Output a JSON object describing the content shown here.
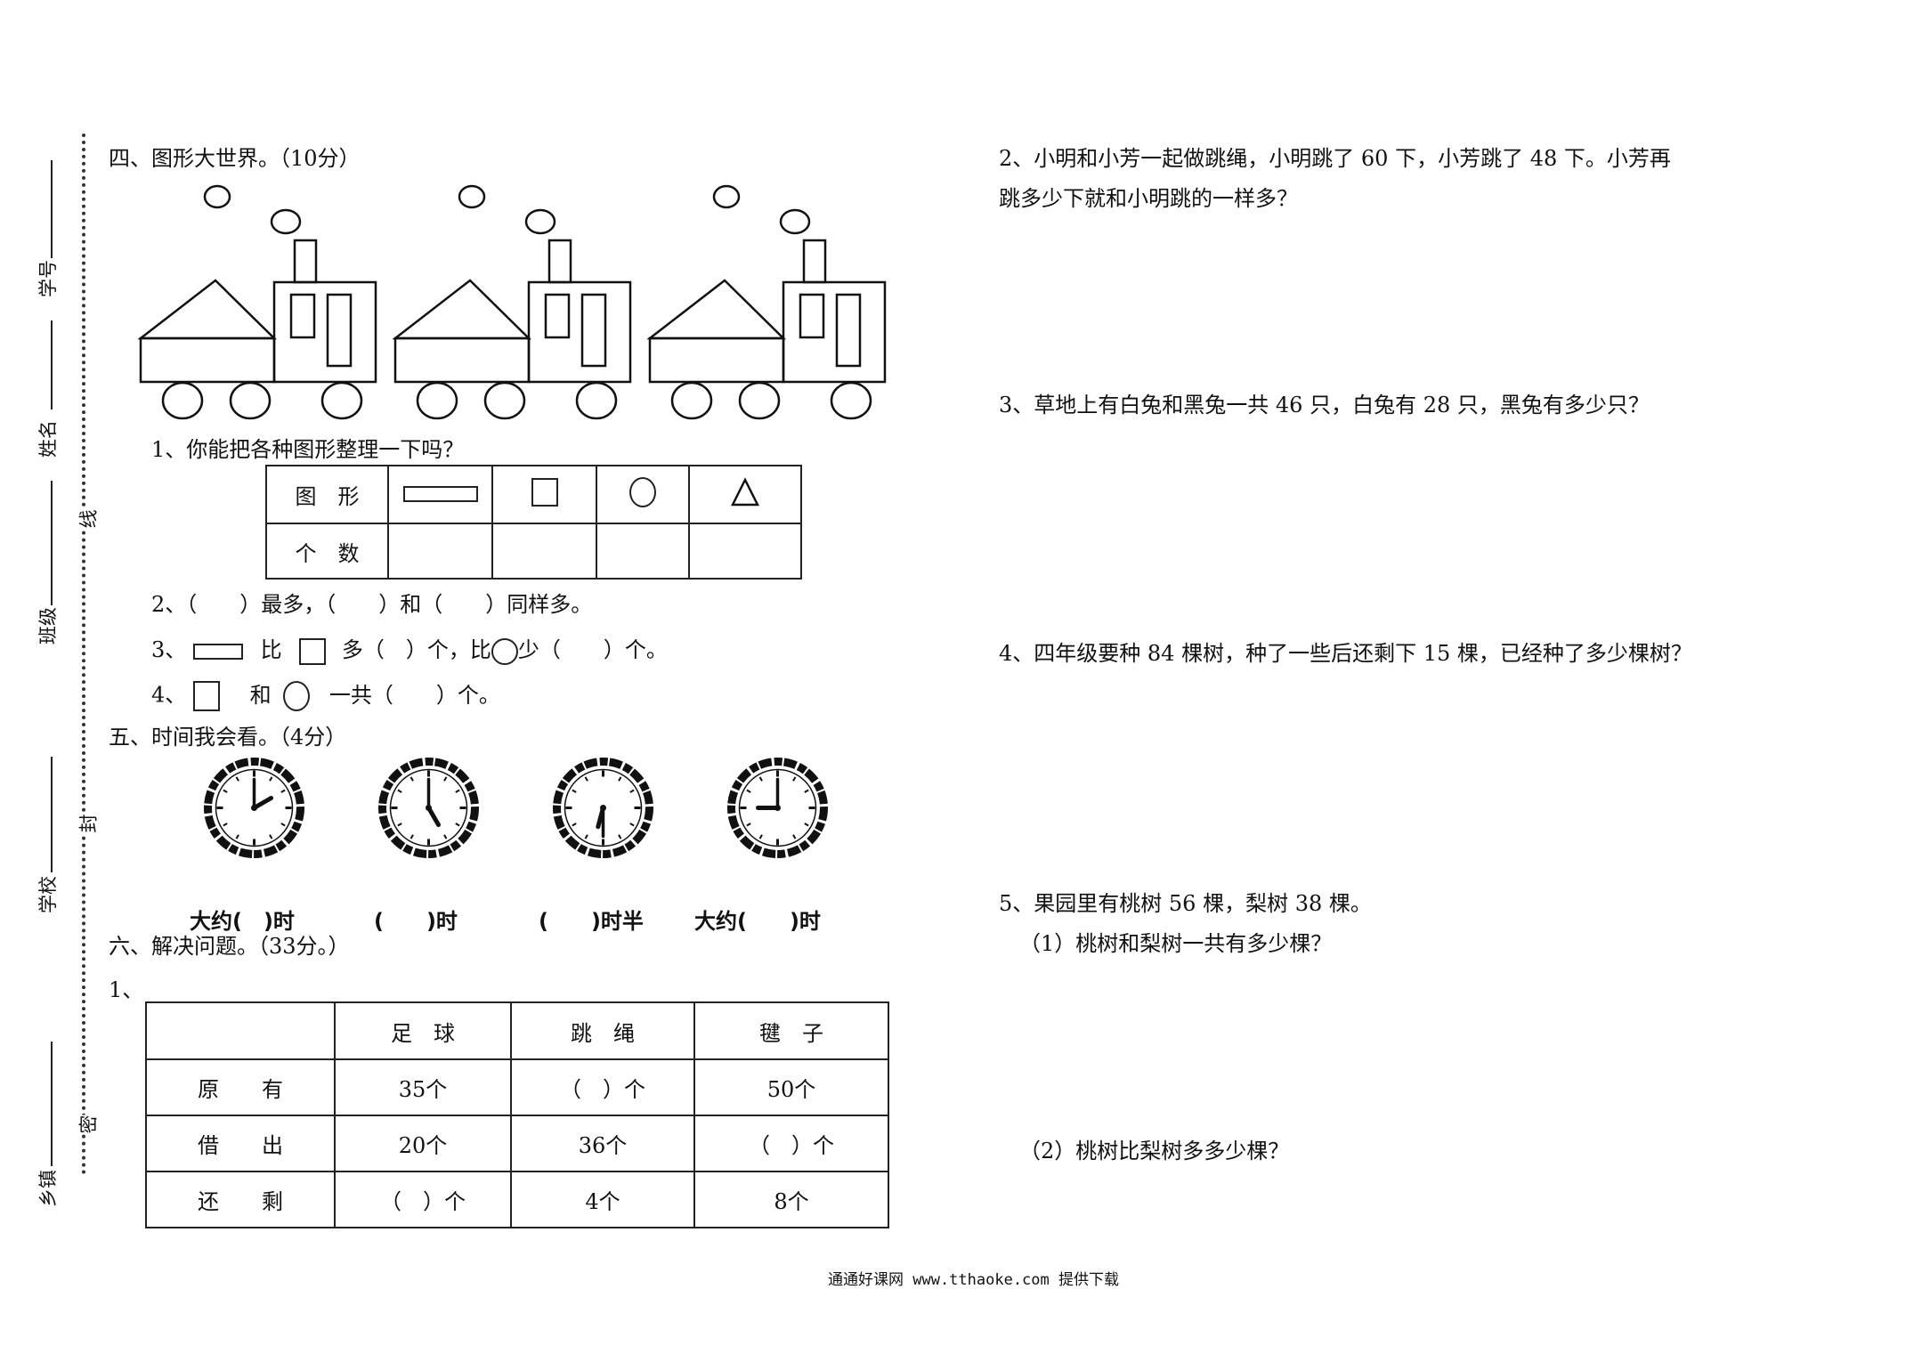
{
  "margin": {
    "labels": [
      "学号",
      "姓名",
      "班级",
      "学校",
      "乡镇"
    ],
    "seal_chars": [
      "线",
      "封",
      "密"
    ]
  },
  "section4": {
    "title": "四、图形大世界。（10分）",
    "q1": "1、你能把各种图形整理一下吗？",
    "table_row1_header": "图　形",
    "table_row2_header": "个　数",
    "shape_icons": [
      "long-rectangle-icon",
      "square-icon",
      "circle-icon",
      "triangle-icon"
    ],
    "q2": "2、（　　）最多，（　　）和（　　）同样多。",
    "q3_prefix": "3、",
    "q3_bi": "比",
    "q3_mid": "多（　）个，比",
    "q3_end": "少（　　）个。",
    "q4_prefix": "4、",
    "q4_he": "和",
    "q4_end": "一共（　　）个。"
  },
  "section5": {
    "title": "五、时间我会看。（4分）",
    "clock_times": [
      "about 2 o'clock",
      "5 o'clock",
      "half past 6",
      "about 9 o'clock"
    ],
    "answers": [
      "大约(　)时",
      "(　　)时",
      "(　　)时半",
      "大约(　　)时"
    ]
  },
  "section6": {
    "title": "六、解决问题。（33分。）",
    "q1_label": "1、",
    "table": {
      "headers": [
        "",
        "足　球",
        "跳　绳",
        "毽　子"
      ],
      "rows": [
        [
          "原　　有",
          "35个",
          "（　）个",
          "50个"
        ],
        [
          "借　　出",
          "20个",
          "36个",
          "（　）个"
        ],
        [
          "还　　剩",
          "（　）个",
          "4个",
          "8个"
        ]
      ]
    }
  },
  "right": {
    "q2_line1": "2、小明和小芳一起做跳绳，小明跳了 60 下，小芳跳了 48 下。小芳再",
    "q2_line2": "跳多少下就和小明跳的一样多？",
    "q3": "3、草地上有白兔和黑兔一共 46 只，白兔有 28 只，黑兔有多少只？",
    "q4": "4、四年级要种 84 棵树，种了一些后还剩下 15 棵，已经种了多少棵树？",
    "q5": "5、果园里有桃树 56 棵，梨树 38 棵。",
    "q5_1": "（1）桃树和梨树一共有多少棵？",
    "q5_2": "（2）桃树比梨树多多少棵？"
  },
  "footer": "通通好课网 www.tthaoke.com 提供下载"
}
